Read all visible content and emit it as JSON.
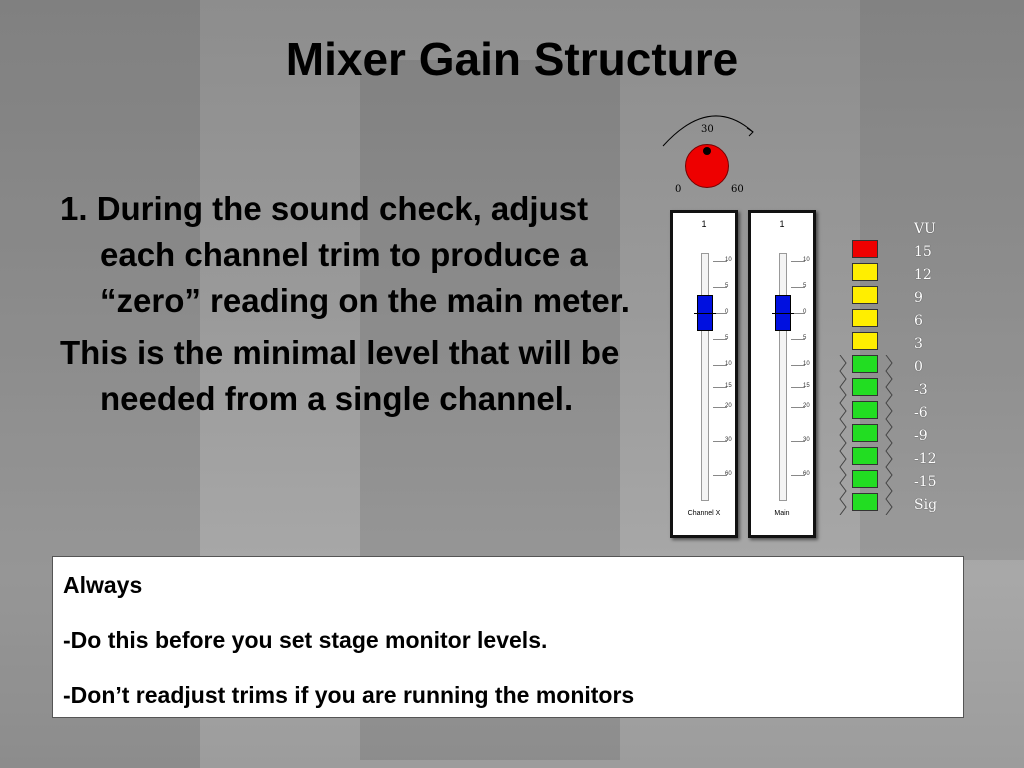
{
  "slide": {
    "title": "Mixer Gain Structure",
    "paragraphs": [
      "1. During the sound check, adjust each channel trim to produce a “zero” reading on the main meter.",
      "This is the minimal level that will be needed from a single channel."
    ]
  },
  "knob": {
    "top_label": "30",
    "left_label": "0",
    "right_label": "60",
    "icon": "gain-knob-icon",
    "color": "#ee0000"
  },
  "faders": [
    {
      "number": "1",
      "name": "Channel X",
      "level_db": "0"
    },
    {
      "number": "1",
      "name": "Main",
      "level_db": "0"
    }
  ],
  "fader_scale": [
    "10",
    "5",
    "0",
    "5",
    "10",
    "15",
    "20",
    "30",
    "60"
  ],
  "vu_meter": {
    "title": "VU",
    "scale": [
      "15",
      "12",
      "9",
      "6",
      "3",
      "0",
      "-3",
      "-6",
      "-9",
      "-12",
      "-15",
      "Sig"
    ],
    "leds": [
      "red",
      "yellow",
      "yellow",
      "yellow",
      "yellow",
      "green",
      "green",
      "green",
      "green",
      "green",
      "green",
      "green"
    ],
    "colors": {
      "red": "#ee0000",
      "yellow": "#ffee00",
      "green": "#22dd22"
    }
  },
  "note": {
    "heading": "Always",
    "lines": [
      "-Do this before you set stage monitor levels.",
      "-Don’t readjust trims if you are running the monitors"
    ]
  }
}
